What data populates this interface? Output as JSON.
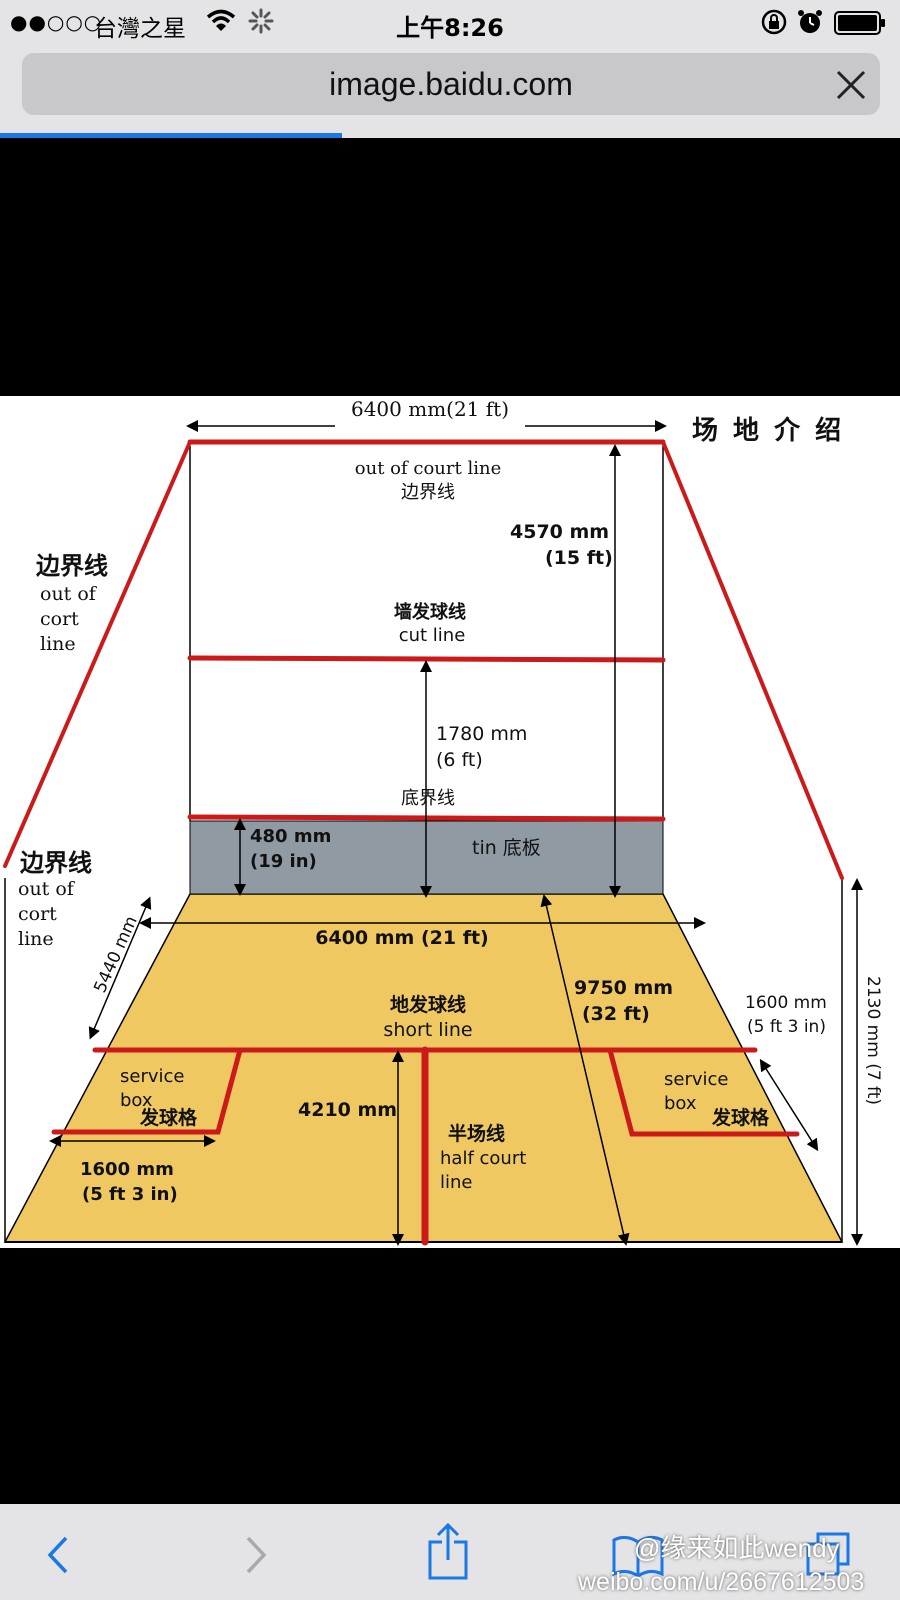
{
  "status_bar": {
    "signal": "●●○○○",
    "carrier": "台灣之星",
    "time": "上午8:26"
  },
  "address_bar": {
    "url": "image.baidu.com",
    "progress_percent": 38
  },
  "colors": {
    "bar_bg": "#e4e4e6",
    "url_box": "#c7c7cc",
    "accent_blue": "#1a79e5",
    "court_red": "#cc1a1a",
    "floor_yellow": "#f0c861",
    "tin_gray": "#8f9aa3"
  },
  "diagram": {
    "top_width": "6400 mm(21 ft)",
    "title": "场 地 介 绍",
    "out_of_court_line_en": "out of court line",
    "out_of_court_line_zh": "边界线",
    "front_height_1": "4570 mm",
    "front_height_2": "(15 ft)",
    "left_side_zh": "边界线",
    "left_side_en_1": "out of",
    "left_side_en_2": "cort",
    "left_side_en_3": "line",
    "cut_line_zh": "墙发球线",
    "cut_line_en": "cut line",
    "cut_height_1": "1780 mm",
    "cut_height_2": "(6 ft)",
    "tin_line_zh": "底界线",
    "tin_height_1": "480 mm",
    "tin_height_2": "(19 in)",
    "tin_label": "tin 底板",
    "left_floor_zh": "边界线",
    "left_floor_en_1": "out of",
    "left_floor_en_2": "cort",
    "left_floor_en_3": "line",
    "diag_5440": "5440 mm",
    "floor_width": "6400 mm (21 ft)",
    "length_1": "9750 mm",
    "length_2": "(32 ft)",
    "short_line_zh": "地发球线",
    "short_line_en": "short line",
    "box_right_1": "1600 mm",
    "box_right_2": "(5 ft 3 in)",
    "side_height": "2130 mm (7 ft)",
    "service_left_1": "service",
    "service_left_2": "box",
    "service_left_zh": "发球格",
    "dist_4210": "4210 mm",
    "service_right_1": "service",
    "service_right_2": "box",
    "service_right_zh": "发球格",
    "half_court_zh": "半场线",
    "half_court_en_1": "half court",
    "half_court_en_2": "line",
    "box_left_1": "1600 mm",
    "box_left_2": "(5 ft 3 in)"
  },
  "toolbar": {
    "back_icon": "chevron-left-icon",
    "forward_icon": "chevron-right-icon",
    "share_icon": "share-icon",
    "bookmarks_icon": "book-icon",
    "tabs_icon": "tabs-icon"
  },
  "watermark": {
    "handle": "@缘来如此wendy",
    "url": "weibo.com/u/2667612503"
  }
}
